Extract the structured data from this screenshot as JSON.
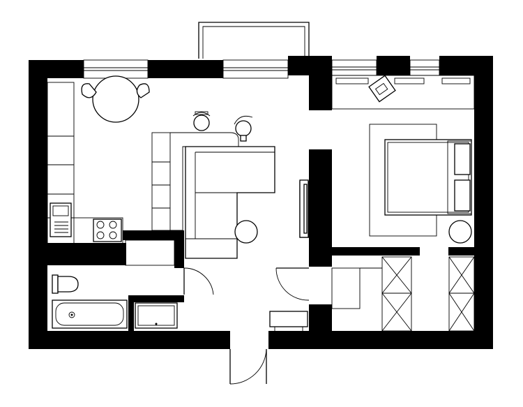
{
  "plan": {
    "type": "apartment-floor-plan",
    "labels": [],
    "colors": {
      "wall": "#000000",
      "line": "#000000",
      "background": "#ffffff"
    },
    "rooms": [
      "kitchen-living",
      "bedroom",
      "bathroom",
      "hallway",
      "balcony"
    ]
  }
}
